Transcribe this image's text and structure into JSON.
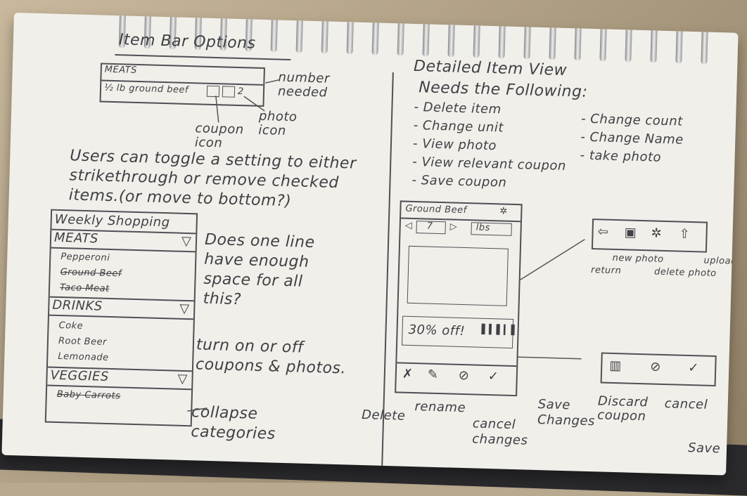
{
  "left": {
    "heading": "Item Bar Options",
    "category_label": "MEATS",
    "item_row": "½ lb ground beef",
    "note_number": "number needed",
    "note_photo": "photo icon",
    "note_coupon": "coupon icon",
    "toggle_note": "Users can toggle a setting to either strikethrough or remove checked items.(or move to bottom?)",
    "list": {
      "title": "Weekly Shopping",
      "sections": [
        {
          "name": "MEATS",
          "items": [
            "Pepperoni",
            "Ground Beef",
            "Taco Meat"
          ]
        },
        {
          "name": "DRINKS",
          "items": [
            "Coke",
            "Root Beer",
            "Lemonade"
          ]
        },
        {
          "name": "VEGGIES",
          "items": [
            "Baby Carrots"
          ]
        }
      ]
    },
    "question": "Does one line have enough space for all this?",
    "toggle_coupons": "turn on or off coupons & photos.",
    "collapse": "collapse categories"
  },
  "right": {
    "heading": "Detailed Item View",
    "needs": "Needs the Following:",
    "features_col1": [
      "- Delete item",
      "- Change unit",
      "- View photo",
      "- View relevant coupon",
      "- Save coupon"
    ],
    "features_col2": [
      "- Change count",
      "- Change Name",
      "- take photo"
    ],
    "phone_title": "Ground Beef",
    "qty": "7",
    "unit": "lbs",
    "coupon": "30% off!",
    "photo_bar_labels": [
      "new photo",
      "return",
      "delete photo",
      "upload"
    ],
    "coupon_bar_labels": [
      "Discard coupon",
      "cancel",
      "Save"
    ],
    "bottom_labels": [
      "Delete",
      "rename",
      "cancel changes",
      "Save Changes"
    ]
  }
}
